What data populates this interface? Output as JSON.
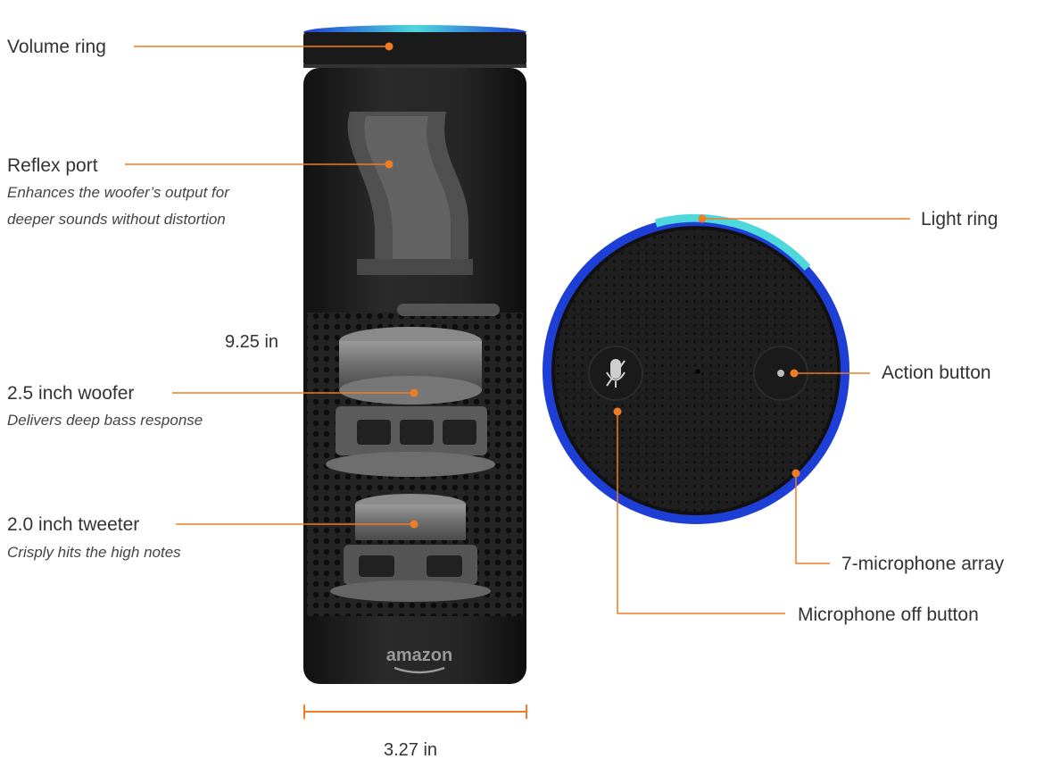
{
  "callouts": {
    "volume_ring": {
      "title": "Volume ring"
    },
    "reflex_port": {
      "title": "Reflex port",
      "desc_line1": "Enhances the woofer’s output for",
      "desc_line2": "deeper sounds without distortion"
    },
    "woofer": {
      "title": "2.5 inch woofer",
      "desc": "Delivers deep bass response"
    },
    "tweeter": {
      "title": "2.0 inch tweeter",
      "desc": "Crisply hits the high notes"
    },
    "light_ring": {
      "title": "Light ring"
    },
    "action_button": {
      "title": "Action button"
    },
    "mic_array": {
      "title": "7-microphone array"
    },
    "mic_off": {
      "title": "Microphone off button"
    }
  },
  "dimensions": {
    "height": "9.25 in",
    "width": "3.27 in"
  },
  "brand": {
    "logo_text": "amazon"
  },
  "colors": {
    "accent": "#f07b22",
    "ring_blue": "#1e3fd6",
    "ring_cyan": "#4fd8dc",
    "body": "#1e1e1e",
    "text": "#333333"
  }
}
